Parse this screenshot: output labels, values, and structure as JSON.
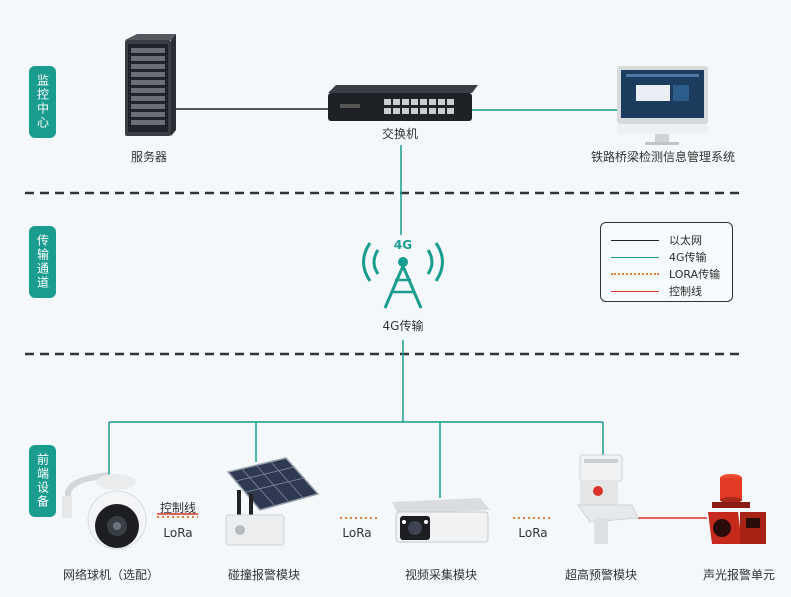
{
  "zones": {
    "monitoring_center": "监控中心",
    "transmission": "传输通道",
    "frontend": "前端设备"
  },
  "nodes": {
    "server": "服务器",
    "switch": "交换机",
    "management_system": "铁路桥梁检测信息管理系统",
    "tower_badge": "4G",
    "tower_label": "4G传输",
    "dome_camera": "网络球机（选配）",
    "collision_alarm": "碰撞报警模块",
    "video_capture": "视频采集模块",
    "height_warning": "超高预警模块",
    "sound_light_alarm": "声光报警单元"
  },
  "link_labels": {
    "control_line": "控制线",
    "lora_1": "LoRa",
    "lora_2": "LoRa",
    "lora_3": "LoRa"
  },
  "legend": [
    {
      "label": "以太网",
      "color": "#222222",
      "style": "solid"
    },
    {
      "label": "4G传输",
      "color": "#1a9c8f",
      "style": "solid"
    },
    {
      "label": "LORA传输",
      "color": "#e07b3a",
      "style": "dotted"
    },
    {
      "label": "控制线",
      "color": "#d9332b",
      "style": "solid"
    }
  ],
  "colors": {
    "zone_badge": "#1a9c8f",
    "ethernet": "#222222",
    "g4": "#1a9c8f",
    "lora": "#e07b3a",
    "control": "#d9332b"
  }
}
